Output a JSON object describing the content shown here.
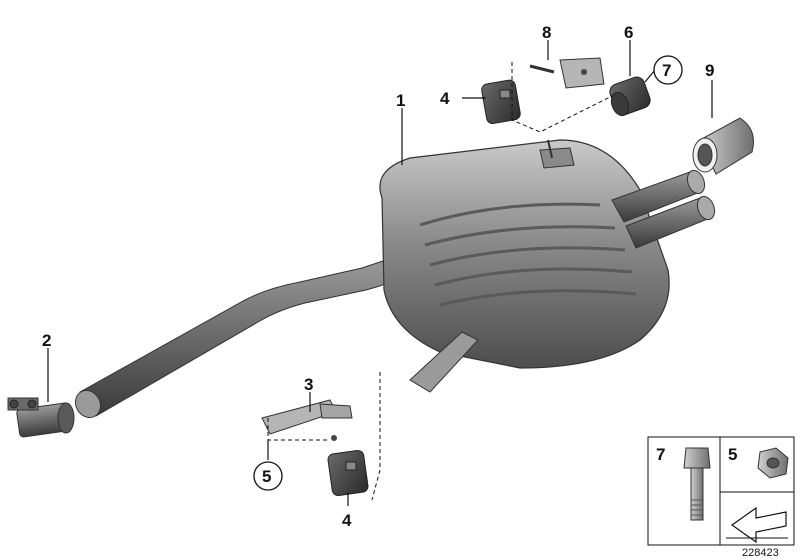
{
  "callouts": {
    "c1": "1",
    "c2": "2",
    "c3": "3",
    "c4_top": "4",
    "c4_bottom": "4",
    "c5": "5",
    "c6": "6",
    "c7": "7",
    "c8": "8",
    "c9": "9"
  },
  "legend": {
    "item_bolt": "7",
    "item_nut": "5"
  },
  "diagram_number": "228423",
  "colors": {
    "part_dark": "#4a4a4a",
    "part_mid": "#7a7a7a",
    "part_light": "#b8b8b8",
    "line": "#111111"
  }
}
